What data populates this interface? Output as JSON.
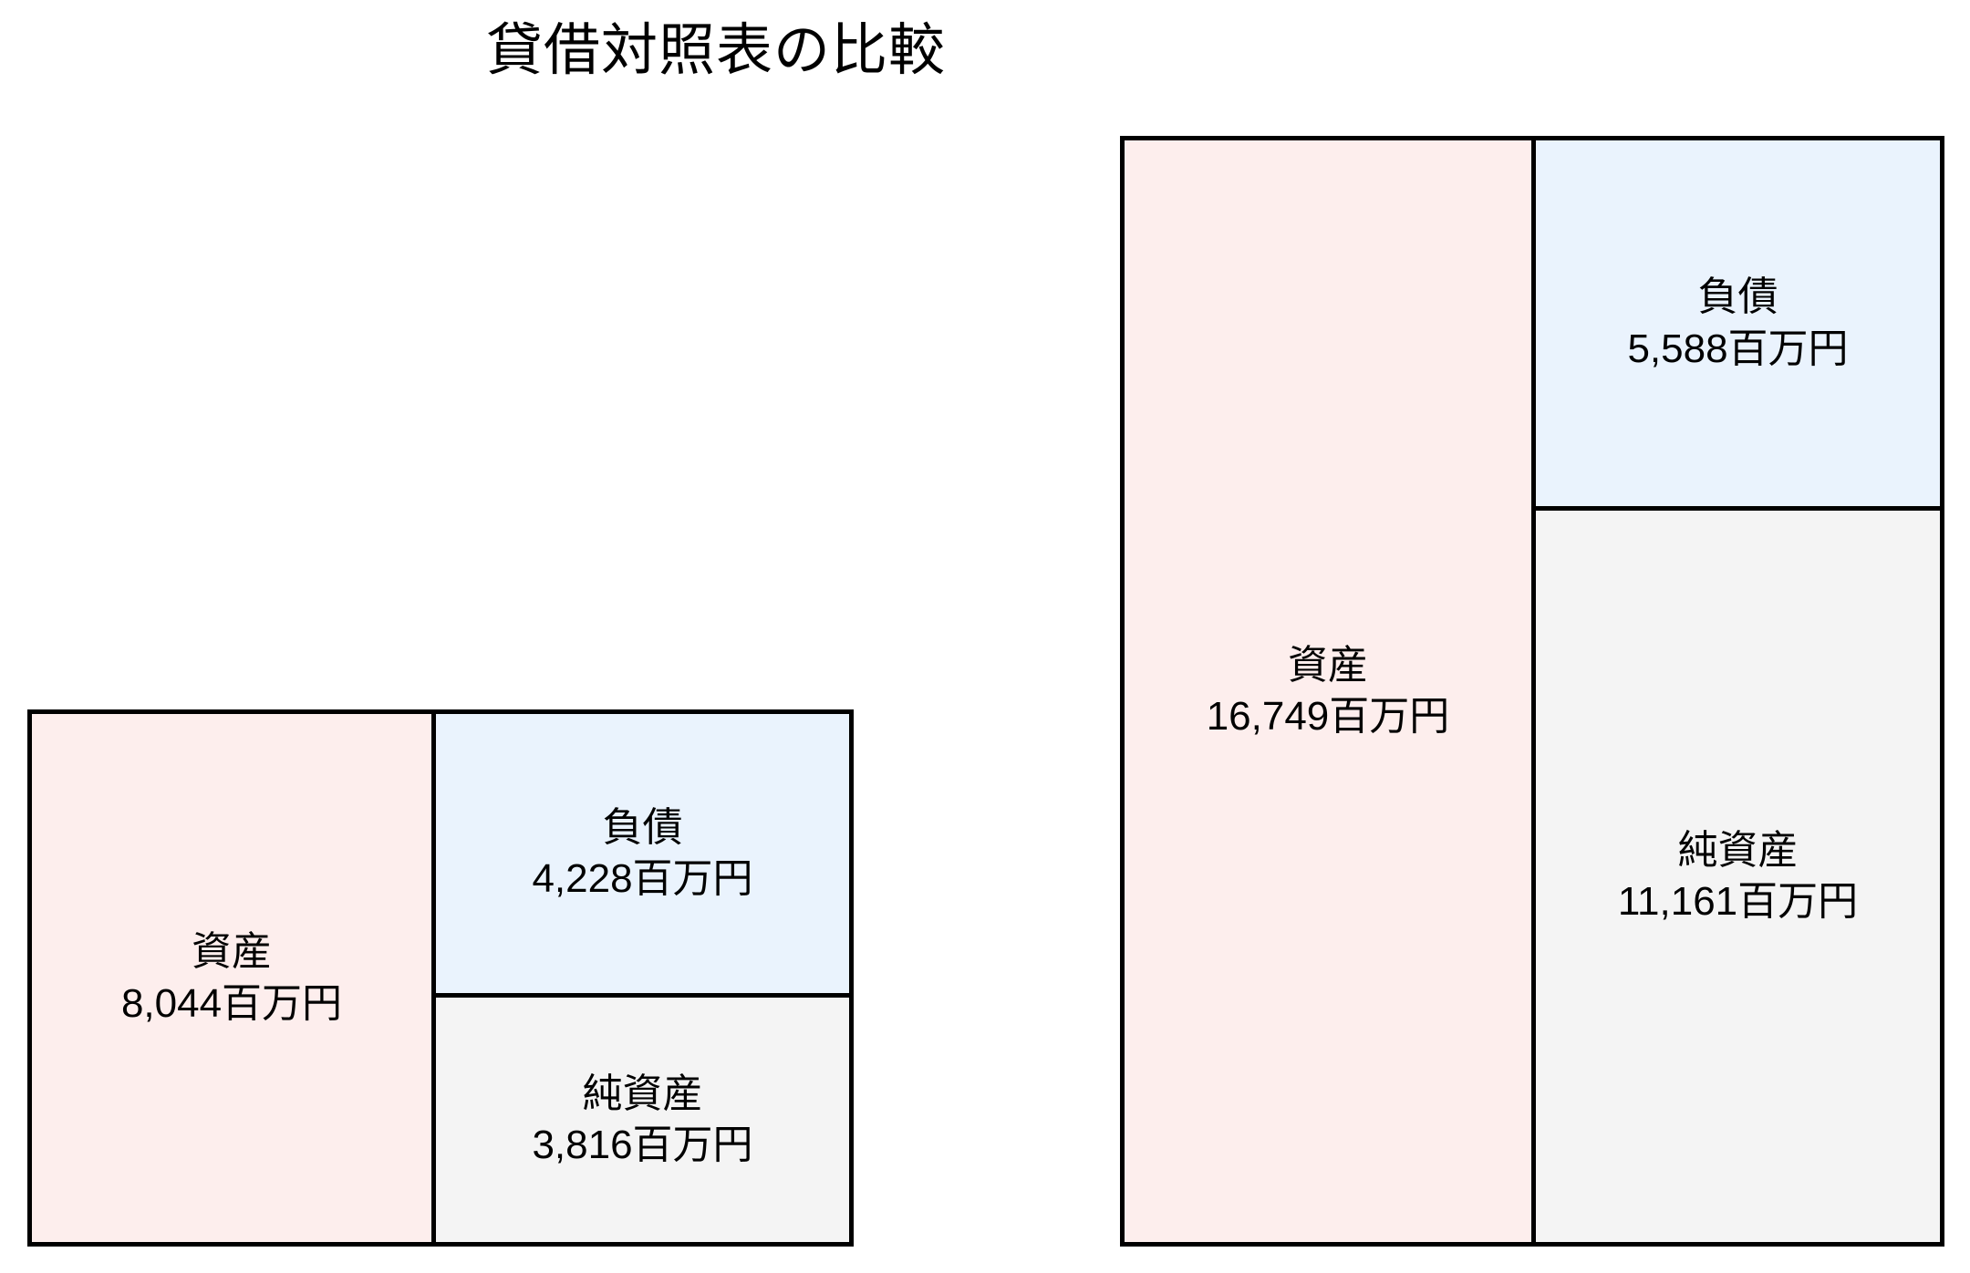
{
  "title": "貸借対照表の比較",
  "chart_data": {
    "type": "bar",
    "title": "貸借対照表の比較",
    "subtitle": "",
    "xlabel": "",
    "ylabel": "",
    "unit": "百万円",
    "legend_position": "none",
    "grid": false,
    "categories": [
      "資産",
      "負債",
      "純資産"
    ],
    "panels": [
      {
        "name": "left",
        "total": 8044,
        "items": [
          {
            "key": "asset",
            "label": "資産",
            "value": 8044,
            "value_text": "8,044百万円",
            "color": "#fdeeed",
            "side": "left"
          },
          {
            "key": "liability",
            "label": "負債",
            "value": 4228,
            "value_text": "4,228百万円",
            "color": "#eaf3fd",
            "side": "right"
          },
          {
            "key": "networth",
            "label": "純資産",
            "value": 3816,
            "value_text": "3,816百万円",
            "color": "#f4f4f4",
            "side": "right"
          }
        ]
      },
      {
        "name": "right",
        "total": 16749,
        "items": [
          {
            "key": "asset",
            "label": "資産",
            "value": 16749,
            "value_text": "16,749百万円",
            "color": "#fdeeed",
            "side": "left"
          },
          {
            "key": "liability",
            "label": "負債",
            "value": 5588,
            "value_text": "5,588百万円",
            "color": "#eaf3fd",
            "side": "right"
          },
          {
            "key": "networth",
            "label": "純資産",
            "value": 11161,
            "value_text": "11,161百万円",
            "color": "#f4f4f4",
            "side": "right"
          }
        ]
      }
    ]
  },
  "colors": {
    "asset_fill": "#fdeeed",
    "liability_fill": "#eaf3fd",
    "networth_fill": "#f4f4f4",
    "outline": "#000000",
    "background": "#ffffff",
    "text": "#000000"
  },
  "left": {
    "asset": {
      "label": "資産",
      "value_text": "8,044百万円"
    },
    "liability": {
      "label": "負債",
      "value_text": "4,228百万円"
    },
    "networth": {
      "label": "純資産",
      "value_text": "3,816百万円"
    }
  },
  "right": {
    "asset": {
      "label": "資産",
      "value_text": "16,749百万円"
    },
    "liability": {
      "label": "負債",
      "value_text": "5,588百万円"
    },
    "networth": {
      "label": "純資産",
      "value_text": "11,161百万円"
    }
  }
}
